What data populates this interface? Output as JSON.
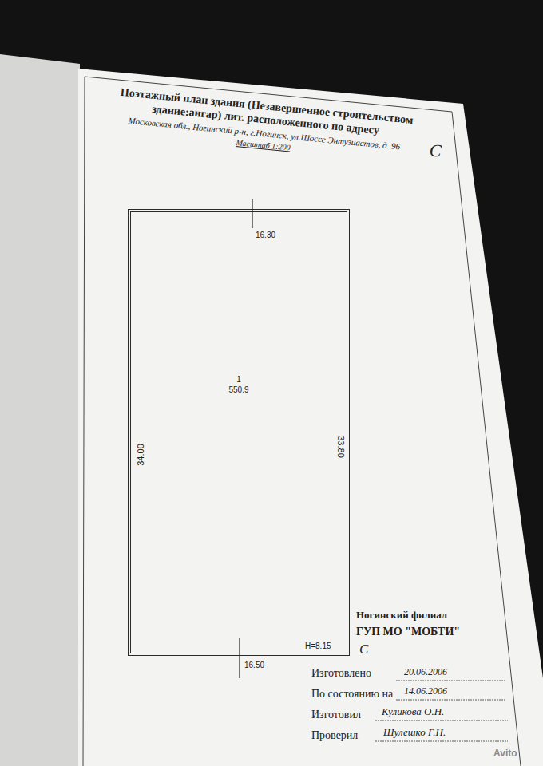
{
  "diagram": {
    "title": "Поэтажный план здания (Незавершенное строительством здание:ангар) лит. расположенного по адресу",
    "nodes": [
      {
        "text": [
          "1",
          "550.9"
        ]
      }
    ],
    "labels": [
      "С",
      "Московская обл., Ногинский р-н, г.Ногинск, ул.Шоссе Энтузиастов, д. 96",
      "Масштаб 1:200",
      "16.30",
      "34.00",
      "33.80",
      "H=8.15",
      "16.50",
      "С",
      "Ногинский филиал",
      "ГУП МО \"МОБТИ\"",
      "Изготовлено",
      "20.06.2006",
      "По состоянию на",
      "14.06.2006",
      "Изготовил",
      "Куликова О.Н.",
      "Проверил",
      "Шулешко Г.Н.",
      "Avito"
    ]
  }
}
